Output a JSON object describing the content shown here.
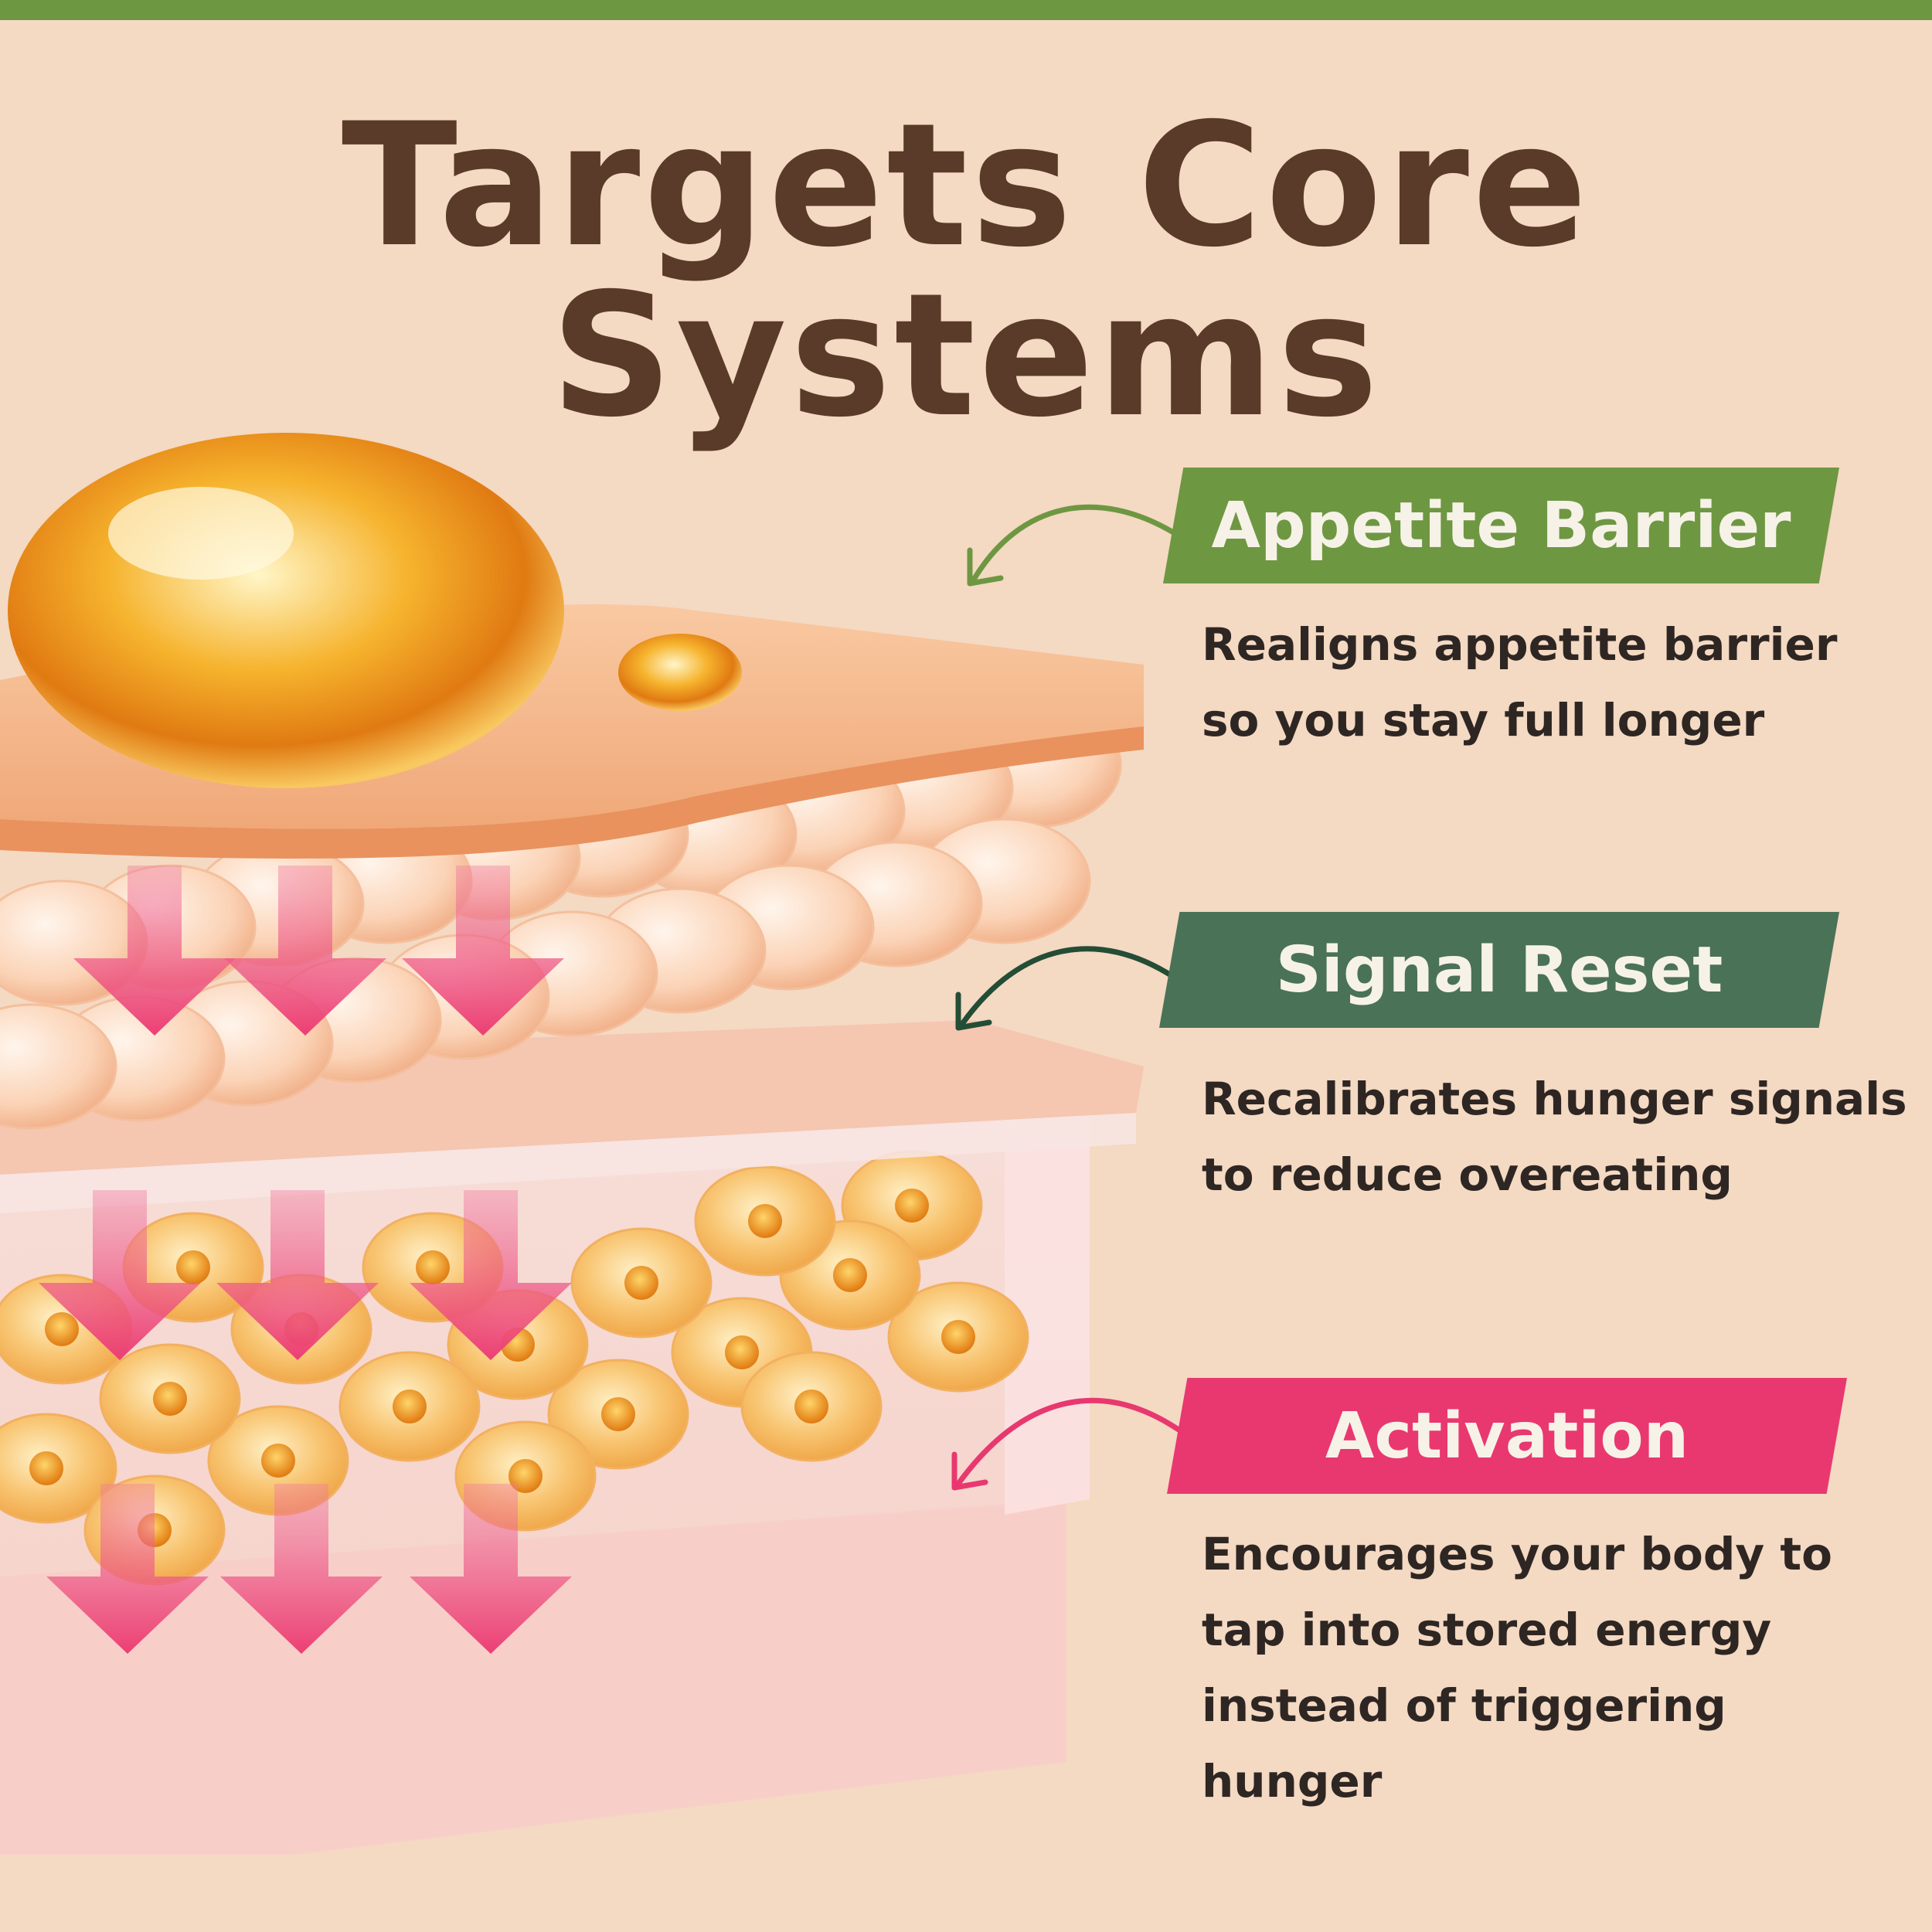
{
  "title": "Targets Core Systems",
  "colors": {
    "background": "#f4d9c3",
    "top_bar": "#6e9742",
    "title": "#5a3a28",
    "appetite_barrier": "#6e9742",
    "signal_reset": "#4a7257",
    "activation": "#e8386f",
    "text": "#2e2623"
  },
  "sections": [
    {
      "label": "Appetite Barrier",
      "lines": [
        "Realigns appetite barrier",
        "so you stay full longer"
      ]
    },
    {
      "label": "Signal Reset",
      "lines": [
        "Recalibrates hunger signals",
        "to reduce overeating"
      ]
    },
    {
      "label": "Activation",
      "lines": [
        "Encourages your body to",
        "tap into stored energy",
        "instead of triggering",
        "hunger"
      ]
    }
  ]
}
